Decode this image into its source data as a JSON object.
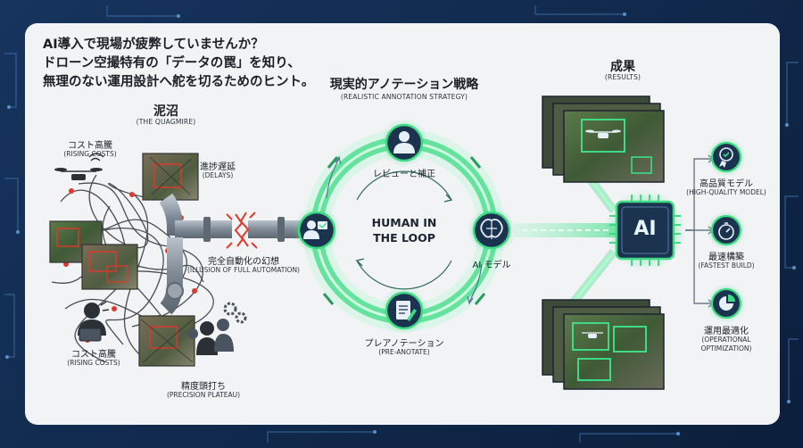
{
  "headline": {
    "line1": "AI導入で現場が疲弊していませんか？",
    "line2": "ドローン空撮特有の「データの罠」を知り、",
    "line3": "無理のない運用設計へ舵を切るためのヒント。"
  },
  "quagmire": {
    "title": "泥沼",
    "subtitle": "(THE QUAGMIRE)",
    "cost_top": {
      "label": "コスト高騰",
      "en": "(RISING COSTS)"
    },
    "delays": {
      "label": "進捗遅延",
      "en": "(DELAYS)"
    },
    "illusion": {
      "label": "完全自動化の幻想",
      "en": "(ILLUSION OF FULL AUTOMATION)"
    },
    "cost_bottom": {
      "label": "コスト高騰",
      "en": "(RISING COSTS)"
    },
    "precision": {
      "label": "精度頭打ち",
      "en": "(PRECISION PLATEAU)"
    }
  },
  "strategy": {
    "title": "現実的アノテーション戦略",
    "subtitle": "(REALISTIC ANNOTATION STRATEGY)",
    "center_line1": "HUMAN IN",
    "center_line2": "THE LOOP",
    "review": "レビューと補正",
    "model": "AI モデル",
    "preannotate": {
      "label": "プレアノテーション",
      "en": "(PRE-ANOTATE)"
    }
  },
  "results": {
    "title": "成果",
    "subtitle": "(RESULTS)",
    "chip": "AI",
    "items": [
      {
        "label": "高品質モデル",
        "en": "(HIGH-QUALITY MODEL)",
        "en2": ""
      },
      {
        "label": "最速構築",
        "en": "(FASTEST BUILD)",
        "en2": ""
      },
      {
        "label": "運用最適化",
        "en": "(OPERATIONAL",
        "en2": "OPTIMIZATION)"
      }
    ]
  },
  "colors": {
    "accent_green": "#3ddc84",
    "navy": "#1c3350",
    "crack_red": "#e0392b"
  }
}
